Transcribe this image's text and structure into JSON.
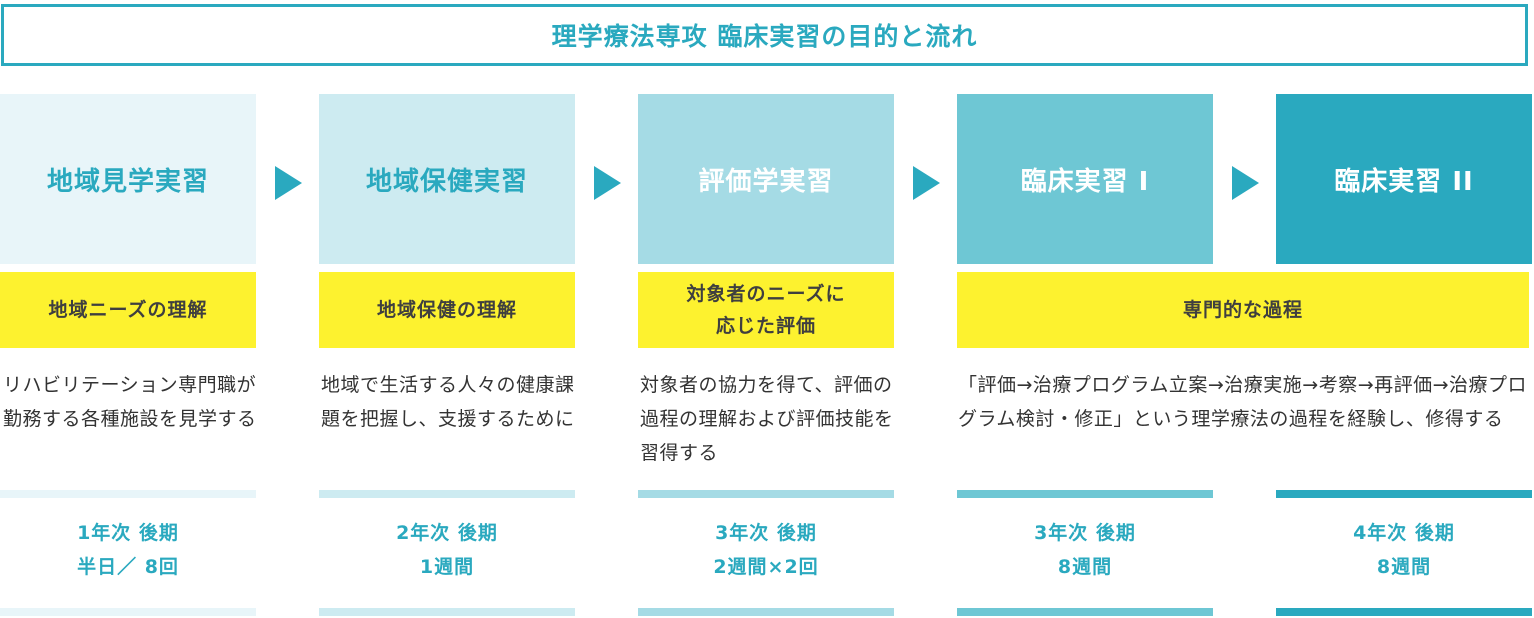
{
  "title": "理学療法専攻 臨床実習の目的と流れ",
  "stages": [
    {
      "name": "地域見学実習",
      "goal": "地域ニーズの理解",
      "description": "リハビリテーション専門職が勤務する各種施設を見学する",
      "period_year": "1年次 後期",
      "period_duration": "半日／ 8回",
      "bg_color": "#e8f5f9",
      "text_color": "#2aa9bf"
    },
    {
      "name": "地域保健実習",
      "goal": "地域保健の理解",
      "description": "地域で生活する人々の健康課題を把握し、支援するために",
      "period_year": "2年次 後期",
      "period_duration": "1週間",
      "bg_color": "#cdebf1",
      "text_color": "#2aa9bf"
    },
    {
      "name": "評価学実習",
      "goal": "対象者のニーズに\n応じた評価",
      "description": "対象者の協力を得て、評価の過程の理解および評価技能を習得する",
      "period_year": "3年次 後期",
      "period_duration": "2週間×2回",
      "bg_color": "#a5dbe5",
      "text_color": "#ffffff"
    },
    {
      "name": "臨床実習 I",
      "goal": "専門的な過程",
      "description": "「評価→治療プログラム立案→治療実施→考察→再評価→治療プログラム検討・修正」という理学療法の過程を経験し、修得する",
      "period_year": "3年次 後期",
      "period_duration": "8週間",
      "bg_color": "#6ec7d4",
      "text_color": "#ffffff"
    },
    {
      "name": "臨床実習 II",
      "period_year": "4年次 後期",
      "period_duration": "8週間",
      "bg_color": "#2aa9bf",
      "text_color": "#ffffff"
    }
  ],
  "colors": {
    "accent": "#2aa9bf",
    "goal_bg": "#fdf22f"
  }
}
